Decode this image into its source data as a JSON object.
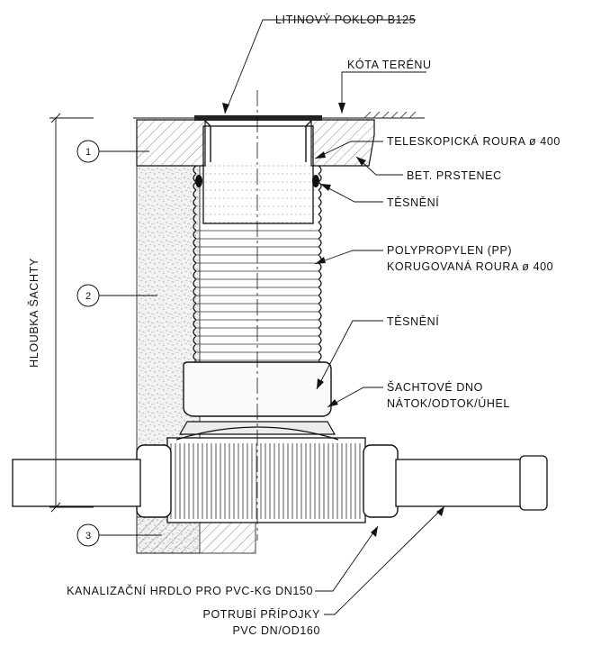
{
  "labels": {
    "cover": "LITINOVÝ POKLOP B125",
    "terrain": "KÓTA TERÉNU",
    "telescopic": "TELESKOPICKÁ ROURA ø 400",
    "ring": "BET. PRSTENEC",
    "seal_top": "TĚSNĚNÍ",
    "pp_line1": "POLYPROPYLEN (PP)",
    "pp_line2": "KORUGOVANÁ ROURA ø 400",
    "seal_mid": "TĚSNĚNÍ",
    "base_line1": "ŠACHTOVÉ DNO",
    "base_line2": "NÁTOK/ODTOK/ÚHEL",
    "socket": "KANALIZAČNÍ HRDLO PRO PVC-KG DN150",
    "pipe_line1": "POTRUBÍ PŘÍPOJKY",
    "pipe_line2": "PVC DN/OD160",
    "depth": "HLOUBKA ŠACHTY"
  },
  "markers": [
    "1",
    "2",
    "3"
  ],
  "colors": {
    "line": "#111111",
    "fill_light": "#e6e6e6",
    "fill_mid": "#d0d0d0"
  }
}
